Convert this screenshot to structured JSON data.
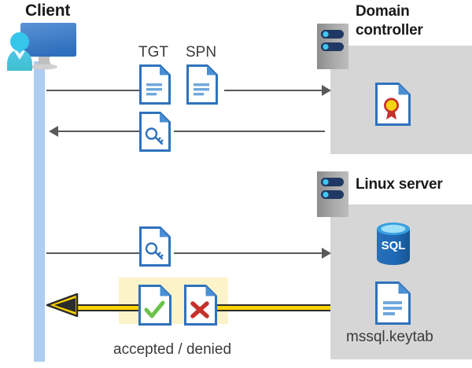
{
  "diagram": {
    "type": "kerberos-authentication-sequence",
    "background": "#ffffff",
    "colors": {
      "panel_gray": "#d6d6d6",
      "lifeline_blue": "#aecdf0",
      "accent_blue": "#2f72bd",
      "highlight_yellow": "#fdf3c8",
      "arrow_yellow": "#fcd304",
      "line_gray": "#595959",
      "accept_green": "#6cc24a",
      "deny_red": "#c5312b",
      "text_dark": "#1a1a1a",
      "text_gray": "#3b3b3b"
    }
  },
  "client": {
    "title": "Client",
    "icon": "user-computer-icon"
  },
  "domain_controller": {
    "title_line1": "Domain",
    "title_line2": "controller",
    "server_icon": "server-rack-icon",
    "contents": [
      {
        "icon": "certificate-document-icon",
        "label": ""
      }
    ]
  },
  "linux_server": {
    "title": "Linux server",
    "server_icon": "server-rack-icon",
    "contents": [
      {
        "icon": "sql-database-icon",
        "label": "SQL"
      },
      {
        "icon": "document-icon",
        "label": "mssql.keytab"
      }
    ]
  },
  "tokens": {
    "tgt": "TGT",
    "spn": "SPN"
  },
  "flows": [
    {
      "id": "request-tgt-spn",
      "direction": "client-to-domain-controller",
      "artifacts": [
        "TGT",
        "SPN"
      ],
      "artifact_icons": [
        "document-icon",
        "document-icon"
      ]
    },
    {
      "id": "issue-service-ticket",
      "direction": "domain-controller-to-client",
      "artifacts": [
        ""
      ],
      "artifact_icons": [
        "key-document-icon"
      ]
    },
    {
      "id": "present-ticket",
      "direction": "client-to-linux-server",
      "artifacts": [
        ""
      ],
      "artifact_icons": [
        "key-document-icon"
      ]
    },
    {
      "id": "auth-result",
      "direction": "linux-server-to-client",
      "artifacts": [
        "accepted",
        "denied"
      ],
      "artifact_icons": [
        "document-check-icon",
        "document-cross-icon"
      ],
      "highlighted": true,
      "arrow_style": "yellow-thick"
    }
  ],
  "result": {
    "label": "accepted / denied",
    "accept_icon": "document-check-icon",
    "deny_icon": "document-cross-icon"
  }
}
